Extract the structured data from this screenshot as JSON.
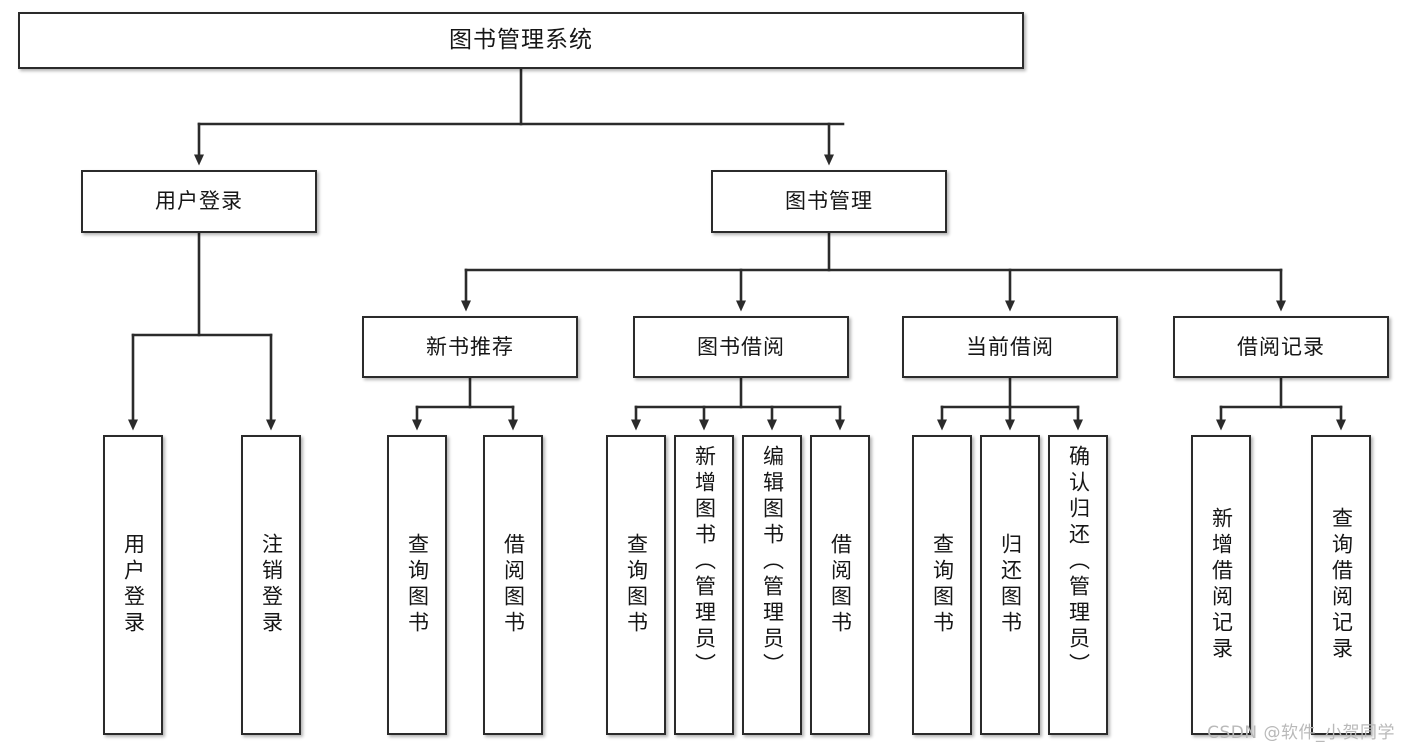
{
  "diagram": {
    "type": "tree-hierarchy-chart",
    "title": "图书管理系统",
    "orientation": "top-down",
    "colors": {
      "box_border": "#2b2b2b",
      "box_fill": "#ffffff",
      "connector": "#2b2b2b",
      "text": "#161616",
      "watermark": "#b9b9b9",
      "background": "#ffffff"
    },
    "nodes": {
      "root": {
        "label": "图书管理系统",
        "level": 1
      },
      "level2": [
        {
          "id": "user-login",
          "label": "用户登录"
        },
        {
          "id": "book-manage",
          "label": "图书管理"
        }
      ],
      "level3": [
        {
          "id": "new-book-recommend",
          "label": "新书推荐",
          "parent": "book-manage"
        },
        {
          "id": "book-borrow",
          "label": "图书借阅",
          "parent": "book-manage"
        },
        {
          "id": "current-borrow",
          "label": "当前借阅",
          "parent": "book-manage"
        },
        {
          "id": "borrow-record",
          "label": "借阅记录",
          "parent": "book-manage"
        }
      ],
      "leaves": [
        {
          "id": "leaf-user-login",
          "label": "用户登录",
          "parent": "user-login"
        },
        {
          "id": "leaf-user-logout",
          "label": "注销登录",
          "parent": "user-login"
        },
        {
          "id": "leaf-query-book-1",
          "label": "查询图书",
          "parent": "new-book-recommend"
        },
        {
          "id": "leaf-borrow-book-1",
          "label": "借阅图书",
          "parent": "new-book-recommend"
        },
        {
          "id": "leaf-query-book-2",
          "label": "查询图书",
          "parent": "book-borrow"
        },
        {
          "id": "leaf-add-book",
          "label": "新增图书（管理员）",
          "parent": "book-borrow"
        },
        {
          "id": "leaf-edit-book",
          "label": "编辑图书（管理员）",
          "parent": "book-borrow"
        },
        {
          "id": "leaf-borrow-book-2",
          "label": "借阅图书",
          "parent": "book-borrow"
        },
        {
          "id": "leaf-query-book-3",
          "label": "查询图书",
          "parent": "current-borrow"
        },
        {
          "id": "leaf-return-book",
          "label": "归还图书",
          "parent": "current-borrow"
        },
        {
          "id": "leaf-confirm-return",
          "label": "确认归还（管理员）",
          "parent": "current-borrow"
        },
        {
          "id": "leaf-add-record",
          "label": "新增借阅记录",
          "parent": "borrow-record"
        },
        {
          "id": "leaf-query-record",
          "label": "查询借阅记录",
          "parent": "borrow-record"
        }
      ]
    },
    "watermark": "CSDN @软件_小贺同学"
  }
}
